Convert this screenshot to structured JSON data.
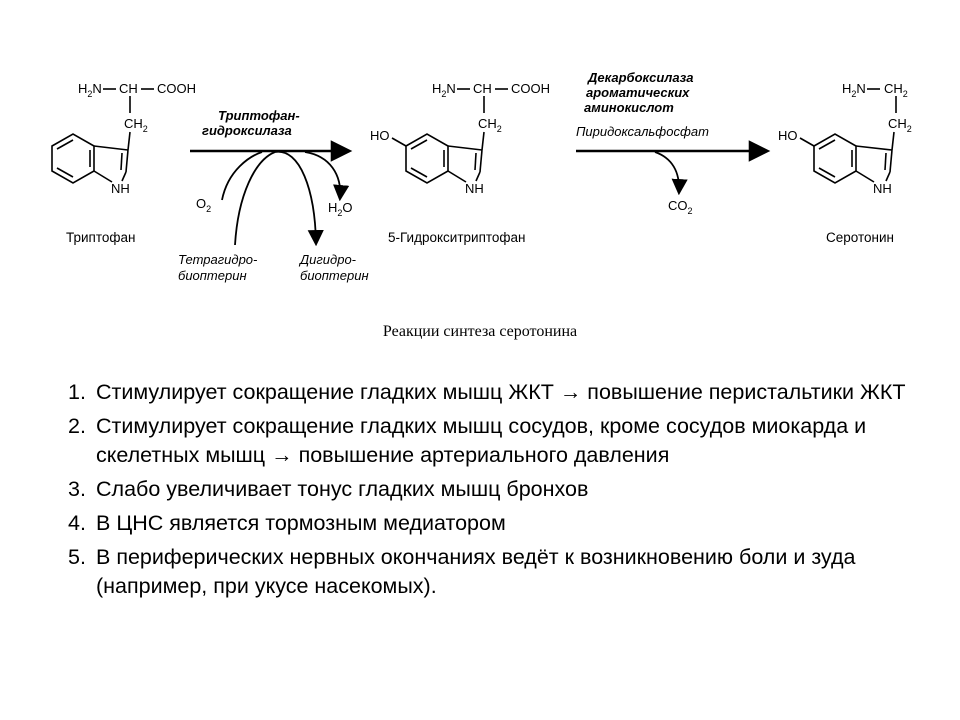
{
  "diagram": {
    "molecules": [
      {
        "name": "Триптофан",
        "hydroxyl": "",
        "top_left": "H2N",
        "top_mid": "CH",
        "top_right": "COOH",
        "side_chain": "CH2",
        "ring_n": "NH"
      },
      {
        "name": "5-Гидрокситриптофан",
        "hydroxyl": "HO",
        "top_left": "H2N",
        "top_mid": "CH",
        "top_right": "COOH",
        "side_chain": "CH2",
        "ring_n": "NH"
      },
      {
        "name": "Серотонин",
        "hydroxyl": "HO",
        "top_left": "H2N",
        "top_mid": "CH2",
        "top_right": "",
        "side_chain": "CH2",
        "ring_n": "NH"
      }
    ],
    "reaction1": {
      "enzyme_line1": "Триптофан-",
      "enzyme_line2": "гидроксилаза",
      "reactant": "O2",
      "product": "H2O",
      "cofactor_in_line1": "Тетрагидро-",
      "cofactor_in_line2": "биоптерин",
      "cofactor_out_line1": "Дигидро-",
      "cofactor_out_line2": "биоптерин"
    },
    "reaction2": {
      "enzyme_line1": "Декарбоксилаза",
      "enzyme_line2": "ароматических",
      "enzyme_line3": "аминокислот",
      "cofactor": "Пиридоксальфосфат",
      "product": "CO2"
    },
    "caption": "Реакции синтеза серотонина"
  },
  "effects": [
    {
      "number": "1.",
      "text": "Стимулирует сокращение гладких мышц ЖКТ → повышение перистальтики ЖКТ"
    },
    {
      "number": "2.",
      "text": "Стимулирует сокращение гладких мышц сосудов, кроме сосудов миокарда и скелетных мышц → повышение артериального давления"
    },
    {
      "number": "3.",
      "text": "Слабо увеличивает тонус гладких мышц бронхов"
    },
    {
      "number": "4.",
      "text": "В ЦНС является тормозным медиатором"
    },
    {
      "number": "5.",
      "text": "В периферических нервных окончаниях ведёт к возникновению боли и зуда (например, при укусе насекомых)."
    }
  ]
}
